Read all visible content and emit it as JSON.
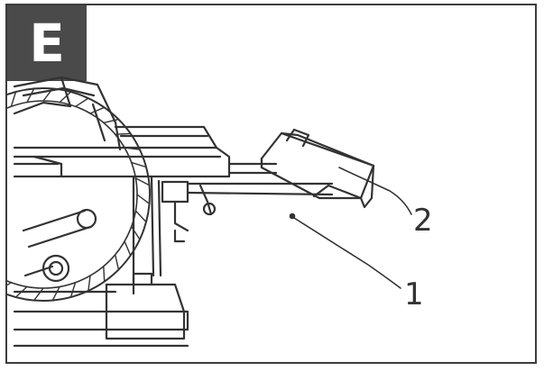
{
  "figure": {
    "label": "E",
    "callouts": [
      {
        "number": "1",
        "part": "extension-support-rod"
      },
      {
        "number": "2",
        "part": "extension-support-plate"
      }
    ]
  },
  "colors": {
    "ink": "#333333",
    "badge_bg": "#4a4a4a",
    "badge_text": "#ffffff",
    "border": "#3d3d3d"
  }
}
